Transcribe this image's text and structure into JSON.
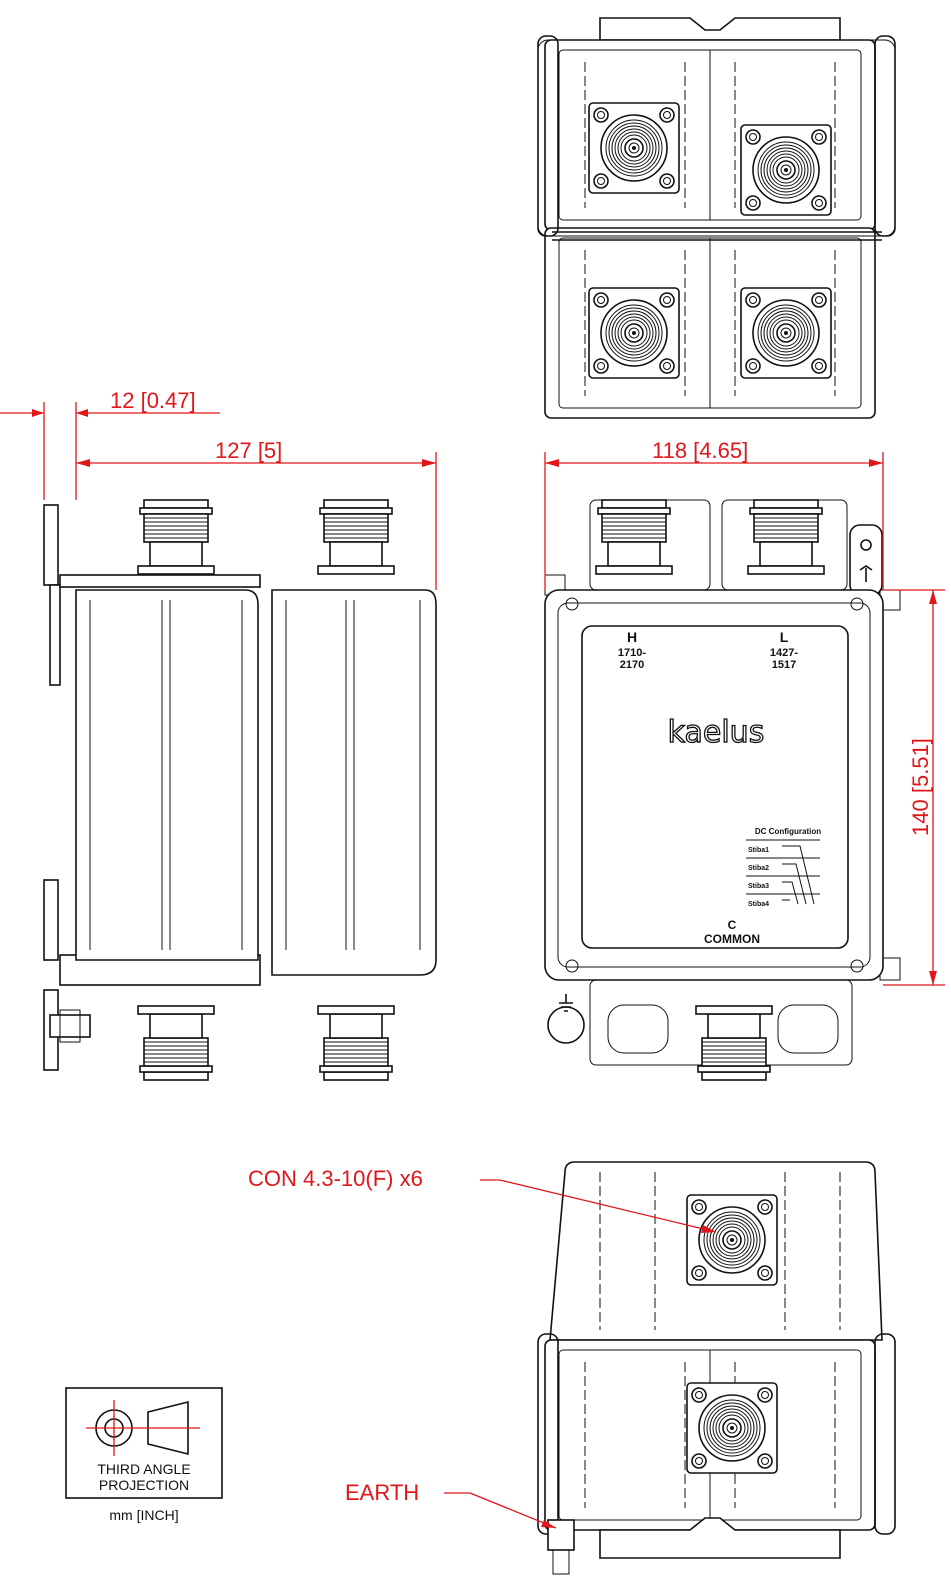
{
  "dimensions": {
    "flange": "12 [0.47]",
    "depth": "127 [5]",
    "width": "118 [4.65]",
    "height": "140 [5.51]"
  },
  "front_view": {
    "port_h_letter": "H",
    "port_h_range_1": "1710-",
    "port_h_range_2": "2170",
    "port_l_letter": "L",
    "port_l_range_1": "1427-",
    "port_l_range_2": "1517",
    "brand": "kaelus",
    "dc_title": "DC Configuration",
    "dc_rows": [
      "Stiba1",
      "Stiba2",
      "Stiba3",
      "Stiba4"
    ],
    "port_c_letter": "C",
    "port_c_name": "COMMON"
  },
  "callouts": {
    "connector": "CON 4.3-10(F) x6",
    "earth": "EARTH"
  },
  "projection": {
    "line1": "THIRD ANGLE",
    "line2": "PROJECTION",
    "units": "mm [INCH]"
  },
  "colors": {
    "dimension": "#e0161b",
    "linework": "#111111"
  }
}
